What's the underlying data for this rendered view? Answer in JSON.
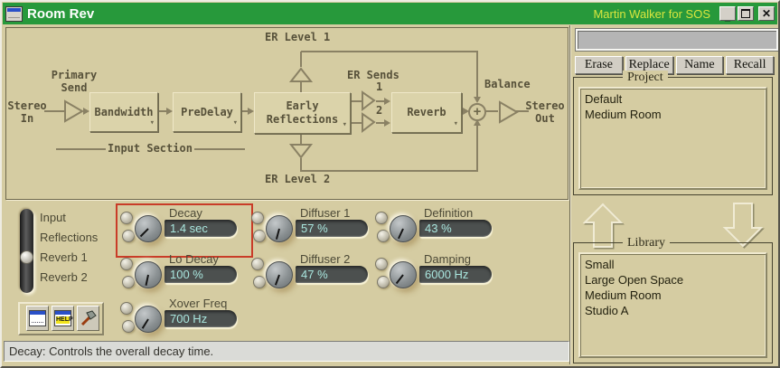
{
  "window": {
    "title": "Room Rev",
    "credit": "Martin Walker for SOS",
    "minimize_glyph": "_",
    "close_glyph": "✕"
  },
  "colors": {
    "titlebar_green": "#27993b",
    "credit_yellow": "#d9e63e",
    "panel_tan": "#d5cca2",
    "display_bg": "#4c504f",
    "display_text": "#a9e6de",
    "highlight_red": "#c93c28"
  },
  "diagram": {
    "labels": {
      "er_level_1": "ER Level 1",
      "er_level_2": "ER Level 2",
      "er_sends": "ER Sends",
      "balance": "Balance",
      "primary_send_line1": "Primary",
      "primary_send_line2": "Send",
      "stereo_in_line1": "Stereo",
      "stereo_in_line2": "In",
      "stereo_out_line1": "Stereo",
      "stereo_out_line2": "Out",
      "input_section": "Input Section",
      "send_1": "1",
      "send_2": "2"
    },
    "boxes": {
      "bandwidth": "Bandwidth",
      "predelay": "PreDelay",
      "early_reflections_line1": "Early",
      "early_reflections_line2": "Reflections",
      "reverb": "Reverb"
    }
  },
  "mixer_levels": {
    "items": [
      "Input",
      "Reflections",
      "Reverb 1",
      "Reverb 2"
    ]
  },
  "knobs": [
    {
      "label": "Decay",
      "value": "1.4 sec"
    },
    {
      "label": "Lo Decay",
      "value": "100 %"
    },
    {
      "label": "Xover Freq",
      "value": "700 Hz"
    },
    {
      "label": "Diffuser 1",
      "value": "57 %"
    },
    {
      "label": "Diffuser 2",
      "value": "47 %"
    },
    {
      "label": "Definition",
      "value": "43 %"
    },
    {
      "label": "Damping",
      "value": "6000 Hz"
    }
  ],
  "toolbar": {
    "help_label": "HELP"
  },
  "status_bar": {
    "text": "Decay: Controls the overall decay time."
  },
  "preset_panel": {
    "name_field_value": "",
    "buttons": [
      "Erase",
      "Replace",
      "Name",
      "Recall"
    ],
    "project": {
      "label": "Project",
      "items": [
        "Default",
        "Medium Room"
      ]
    },
    "library": {
      "label": "Library",
      "items": [
        "Small",
        "Large Open Space",
        "Medium Room",
        "Studio A"
      ]
    }
  }
}
